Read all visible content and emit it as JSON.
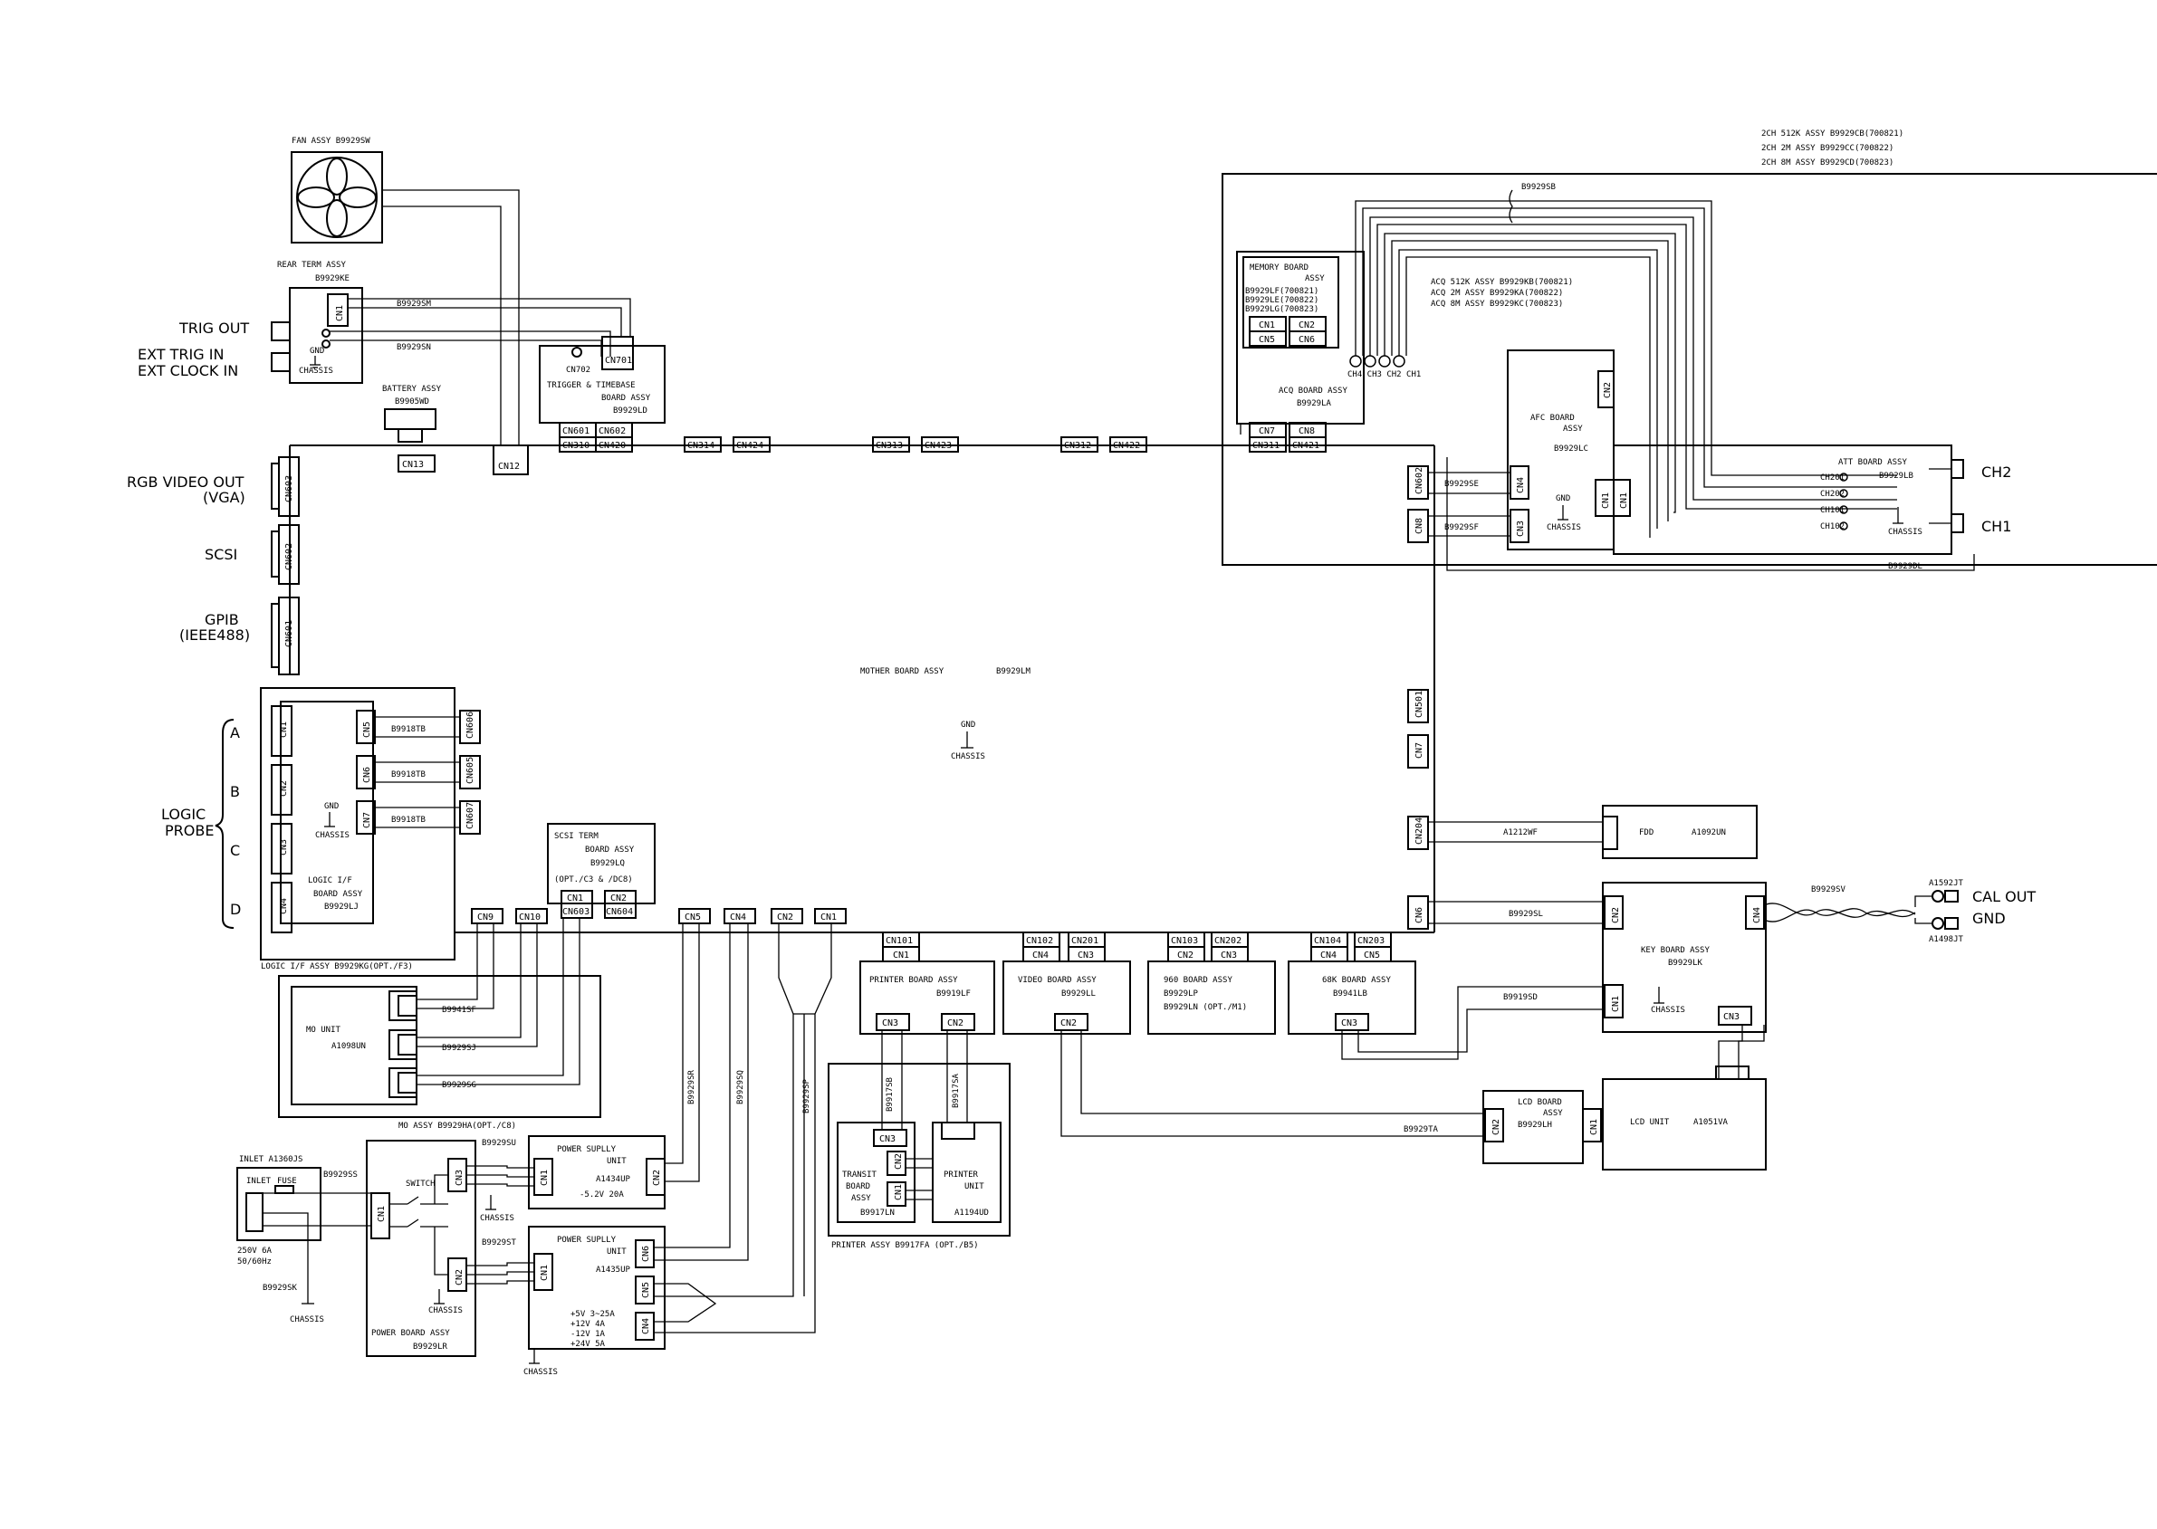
{
  "variants": [
    "2CH 512K ASSY  B9929CB(700821)",
    "2CH 2M ASSY    B9929CC(700822)",
    "2CH 8M ASSY    B9929CD(700823)"
  ],
  "fan": {
    "title": "FAN ASSY B9929SW"
  },
  "rear_term": {
    "title": "REAR TERM ASSY",
    "part": "B9929KE",
    "cable_m": "B9929SM",
    "cable_n": "B9929SN",
    "gnd": "GND",
    "chassis": "CHASSIS"
  },
  "left_labels": {
    "trig_out": "TRIG OUT",
    "ext_trig": "EXT TRIG IN",
    "ext_clock": "EXT CLOCK IN",
    "rgb": "RGB VIDEO OUT",
    "vga": "(VGA)",
    "scsi": "SCSI",
    "gpib": "GPIB",
    "ieee": "(IEEE488)",
    "logic": "LOGIC",
    "probe": "PROBE",
    "a": "A",
    "b": "B",
    "c": "C",
    "d": "D"
  },
  "battery": {
    "title": "BATTERY ASSY",
    "part": "B9905WD"
  },
  "trigger": {
    "line1": "TRIGGER & TIMEBASE",
    "line2": "BOARD ASSY",
    "part": "B9929LD",
    "cn702": "CN702",
    "cn701": "CN701"
  },
  "mother": {
    "label": "MOTHER BOARD ASSY",
    "part": "B9929LM",
    "gnd": "GND",
    "chassis": "CHASSIS"
  },
  "memory": {
    "line1": "MEMORY BOARD",
    "line2": "ASSY",
    "p1": "B9929LF(700821)",
    "p2": "B9929LE(700822)",
    "p3": "B9929LG(700823)"
  },
  "acq": {
    "title": "ACQ BOARD ASSY",
    "part": "B9929LA",
    "v1": "ACQ 512K ASSY  B9929KB(700821)",
    "v2": "ACQ 2M ASSY    B9929KA(700822)",
    "v3": "ACQ 8M ASSY    B9929KC(700823)",
    "cable": "B9929SB",
    "pins": "CH4 CH3 CH2 CH1"
  },
  "afc": {
    "line1": "AFC BOARD",
    "line2": "ASSY",
    "part": "B9929LC",
    "gnd": "GND",
    "chassis": "CHASSIS"
  },
  "att": {
    "title": "ATT BOARD ASSY",
    "part": "B9929LB",
    "ch2": "CH2",
    "ch1": "CH1",
    "pins": [
      "CH201",
      "CH202",
      "CH101",
      "CH102"
    ],
    "outer": "B9929DL",
    "chassis": "CHASSIS"
  },
  "cables": {
    "se": "B9929SE",
    "sf": "B9929SF",
    "wf": "A1212WF",
    "sl": "B9929SL",
    "sd": "B9919SD",
    "ta": "B9929TA",
    "sv": "B9929SV",
    "sp": "B9929SP",
    "sq": "B9929SQ",
    "sr": "B9929SR",
    "tb1": "B9918TB",
    "tb2": "B9918TB",
    "tb3": "B9918TB",
    "sf2": "B9941SF",
    "sj": "B9929SJ",
    "sg": "B9929SG",
    "su": "B9929SU",
    "st": "B9929ST",
    "ss": "B9929SS",
    "sk": "B9929SK",
    "tsb": "B9917SB",
    "tsa": "B9917SA"
  },
  "logic_if": {
    "line1": "LOGIC I/F",
    "line2": "BOARD ASSY",
    "part": "B9929LJ",
    "assy": "LOGIC I/F ASSY B9929KG(OPT./F3)",
    "gnd": "GND",
    "chassis": "CHASSIS"
  },
  "scsi_term": {
    "line1": "SCSI TERM",
    "line2": "BOARD ASSY",
    "part": "B9929LQ",
    "opt": "(OPT./C3 & /DC8)"
  },
  "fdd": {
    "label": "FDD",
    "part": "A1092UN"
  },
  "key": {
    "title": "KEY BOARD ASSY",
    "part": "B9929LK",
    "chassis": "CHASSIS"
  },
  "cal": {
    "cal_out": "CAL OUT",
    "gnd": "GND",
    "p1": "A1592JT",
    "p2": "A1498JT"
  },
  "printer_board": {
    "title": "PRINTER BOARD ASSY",
    "part": "B9919LF"
  },
  "video_board": {
    "title": "VIDEO BOARD ASSY",
    "part": "B9929LL"
  },
  "b960": {
    "title": "960 BOARD ASSY",
    "p1": "B9929LP",
    "p2": "B9929LN (OPT./M1)"
  },
  "b68k": {
    "title": "68K BOARD ASSY",
    "part": "B9941LB"
  },
  "mo": {
    "title": "MO UNIT",
    "part": "A1098UN",
    "assy": "MO ASSY B9929HA(OPT./C8)"
  },
  "printer_assy": {
    "title": "PRINTER ASSY B9917FA (OPT./B5)",
    "t1": "TRANSIT",
    "t2": "BOARD",
    "t3": "ASSY",
    "tpart": "B9917LN",
    "p1": "PRINTER",
    "p2": "UNIT",
    "ppart": "A1194UD"
  },
  "lcd_board": {
    "line1": "LCD BOARD",
    "line2": "ASSY",
    "part": "B9929LH"
  },
  "lcd_unit": {
    "label": "LCD UNIT",
    "part": "A1051VA"
  },
  "inlet": {
    "title": "INLET A1360JS",
    "inlet": "INLET",
    "fuse": "FUSE",
    "rating1": "250V 6A",
    "rating2": "50/60Hz",
    "chassis": "CHASSIS"
  },
  "power_board": {
    "title": "POWER BOARD ASSY",
    "part": "B9929LR",
    "switch": "SWITCH",
    "chassis": "CHASSIS"
  },
  "psu1": {
    "line1": "POWER SUPLLY",
    "line2": "UNIT",
    "part": "A1434UP",
    "rating": "-5.2V 20A",
    "chassis": "CHASSIS"
  },
  "psu2": {
    "line1": "POWER SUPLLY",
    "line2": "UNIT",
    "part": "A1435UP",
    "r1": "+5V   3~25A",
    "r2": "+12V    4A",
    "r3": "-12V    1A",
    "r4": "+24V    5A",
    "chassis": "CHASSIS"
  },
  "connectors": {
    "cn603": "CN603",
    "cn602": "CN602",
    "cn601": "CN601",
    "cn13": "CN13",
    "cn12": "CN12",
    "cn310": "CN310",
    "cn420": "CN420",
    "cn601t": "CN601",
    "cn602t": "CN602",
    "cn314": "CN314",
    "cn424": "CN424",
    "cn313": "CN313",
    "cn423": "CN423",
    "cn312": "CN312",
    "cn422": "CN422",
    "cn311": "CN311",
    "cn421": "CN421",
    "cn7a": "CN7",
    "cn8a": "CN8",
    "mcn1": "CN1",
    "mcn2": "CN2",
    "mcn5": "CN5",
    "mcn6": "CN6",
    "cn602r": "CN602",
    "cn8r": "CN8",
    "cn4afc": "CN4",
    "cn3afc": "CN3",
    "cn2afc": "CN2",
    "cn1afc": "CN1",
    "cn1att": "CN1",
    "cn501": "CN501",
    "cn7r": "CN7",
    "cn204": "CN204",
    "cn6r": "CN6",
    "cn1rt": "CN1",
    "cn606": "CN606",
    "cn605": "CN605",
    "cn607": "CN607",
    "cn5l": "CN5",
    "cn6l": "CN6",
    "cn7l": "CN7",
    "cn1l": "CN1",
    "cn2l": "CN2",
    "cn3l": "CN3",
    "cn4l": "CN4",
    "cn9": "CN9",
    "cn10": "CN10",
    "cn603b": "CN603",
    "cn604": "CN604",
    "cn1s": "CN1",
    "cn2s": "CN2",
    "cn5b": "CN5",
    "cn4b": "CN4",
    "cn2b": "CN2",
    "cn1b": "CN1",
    "cn101": "CN101",
    "cn1p": "CN1",
    "cn102": "CN102",
    "cn201": "CN201",
    "cn4v": "CN4",
    "cn3v": "CN3",
    "cn103": "CN103",
    "cn202": "CN202",
    "cn2n": "CN2",
    "cn3n": "CN3",
    "cn104": "CN104",
    "cn203": "CN203",
    "cn4k": "CN4",
    "cn5k": "CN5",
    "cn3p": "CN3",
    "cn2p": "CN2",
    "cn2v": "CN2",
    "cn3k": "CN3",
    "cn2key": "CN2",
    "cn4key": "CN4",
    "cn1key": "CN1",
    "cn3key": "CN3",
    "cn2lcd": "CN2",
    "cn1lcd": "CN1",
    "cn3t": "CN3",
    "cn2t": "CN2",
    "cn1t": "CN1",
    "cn3pb": "CN3",
    "cn2pb": "CN2",
    "cn1pb": "CN1",
    "cn1ps1": "CN1",
    "cn2ps1": "CN2",
    "cn1ps2": "CN1",
    "cn6ps": "CN6",
    "cn5ps": "CN5",
    "cn4ps": "CN4"
  }
}
